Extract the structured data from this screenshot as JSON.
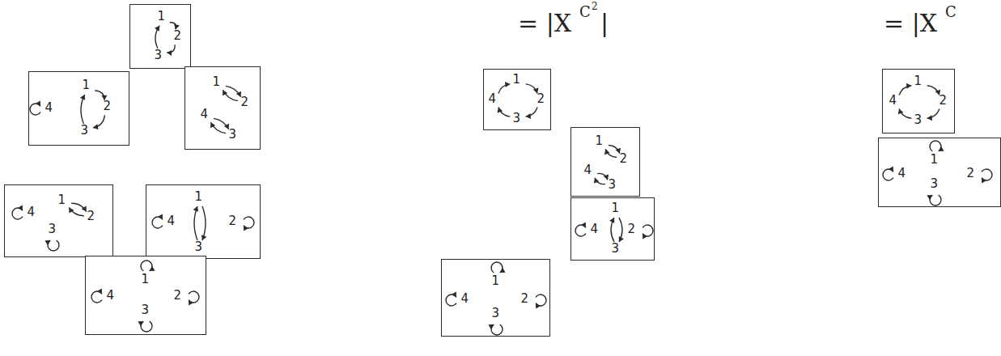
{
  "diagram": {
    "nodes": [
      {
        "text": [
          "1",
          "2",
          "3"
        ]
      },
      {
        "text": [
          "1",
          "4",
          "2",
          "3"
        ]
      },
      {
        "text": [
          "1",
          "2",
          "4",
          "3"
        ]
      },
      {
        "text": [
          "1",
          "4",
          "2",
          "3"
        ]
      },
      {
        "text": [
          "1",
          "4",
          "2",
          "3"
        ]
      },
      {
        "text": [
          "1",
          "4",
          "2",
          "3"
        ]
      },
      {
        "text": [
          "1",
          "4",
          "2",
          "3"
        ]
      },
      {
        "text": [
          "1",
          "2",
          "4",
          "3"
        ]
      },
      {
        "text": [
          "1",
          "4",
          "2",
          "3"
        ]
      },
      {
        "text": [
          "1",
          "4",
          "2",
          "3"
        ]
      },
      {
        "text": [
          "1",
          "4",
          "2",
          "3"
        ]
      },
      {
        "text": [
          "1",
          "4",
          "2",
          "3"
        ]
      }
    ],
    "labels": [
      "= |X",
      "C",
      "2",
      "|",
      "= |X",
      "C"
    ]
  }
}
